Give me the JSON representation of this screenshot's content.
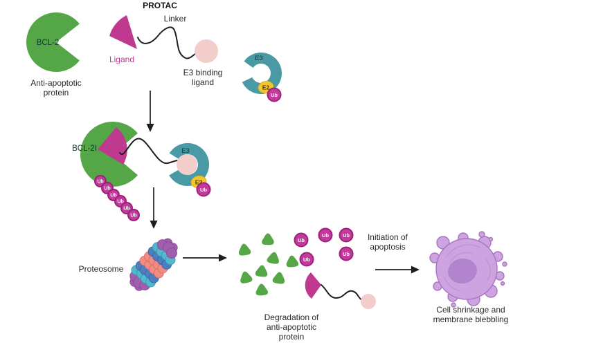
{
  "title": "PROTAC",
  "labels": {
    "protac": "PROTAC",
    "linker": "Linker",
    "ligand": "Ligand",
    "e3_binding_line1": "E3 binding",
    "e3_binding_line2": "ligand",
    "bcl2": "BCL-2",
    "anti_apoptotic_line1": "Anti-apoptotic",
    "anti_apoptotic_line2": "protein",
    "e3": "E3",
    "e2": "E2",
    "ub": "Ub",
    "bcl2i": "BCL-2I",
    "proteosome": "Proteosome",
    "degradation_line1": "Degradation of",
    "degradation_line2": "anti-apoptotic",
    "degradation_line3": "protein",
    "initiation_line1": "Initiation of",
    "initiation_line2": "apoptosis",
    "cell_line1": "Cell shrinkage and",
    "cell_line2": "membrane blebbling"
  },
  "colors": {
    "protein_green": "#55a646",
    "ligand_magenta": "#bf3a8e",
    "e3_ligand_pink": "#f3cdca",
    "e3_teal": "#4a9aa5",
    "e2_yellow": "#f2c72e",
    "ub_fill": "#c23a9b",
    "ub_stroke": "#9c2177",
    "proteosome_purple": "#a05fad",
    "proteosome_cyan": "#52b8d0",
    "proteosome_blue": "#4d7fc0",
    "proteosome_salmon": "#f28b82",
    "cell_fill": "#cda4e0",
    "cell_stroke": "#a873c2",
    "nucleus_fill": "#b184cd",
    "text_dark": "#2b2b2b",
    "arrow_black": "#1e1e1e",
    "background": "#ffffff"
  }
}
